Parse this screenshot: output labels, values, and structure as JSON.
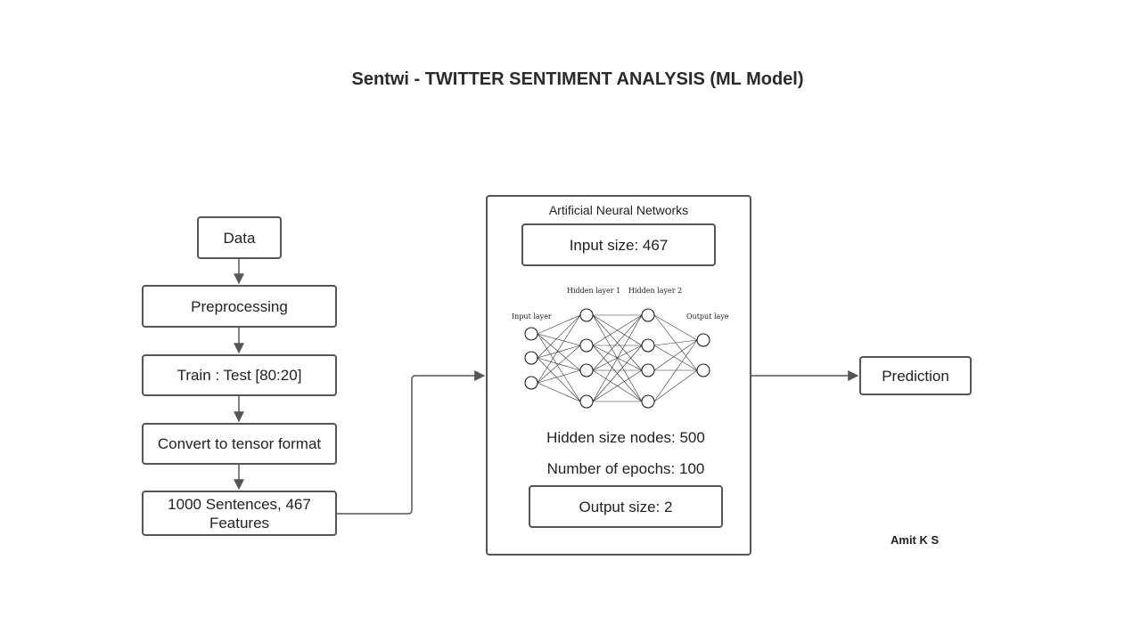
{
  "title": "Sentwi - TWITTER SENTIMENT ANALYSIS (ML Model)",
  "pipeline": {
    "data": "Data",
    "preprocessing": "Preprocessing",
    "split": "Train : Test [80:20]",
    "tensor": "Convert to tensor format",
    "features": "1000 Sentences, 467 Features"
  },
  "ann": {
    "title": "Artificial Neural Networks",
    "input": "Input size: 467",
    "hidden_nodes": "Hidden size nodes: 500",
    "epochs": "Number of epochs: 100",
    "output": "Output size: 2",
    "diagram": {
      "input_label": "Input layer",
      "hidden1_label": "Hidden layer 1",
      "hidden2_label": "Hidden layer 2",
      "output_label": "Output layer",
      "layer_sizes": [
        3,
        4,
        4,
        2
      ]
    }
  },
  "prediction": "Prediction",
  "author": "Amit K S",
  "colors": {
    "border": "#555555",
    "arrow": "#555555",
    "text": "#222222"
  }
}
